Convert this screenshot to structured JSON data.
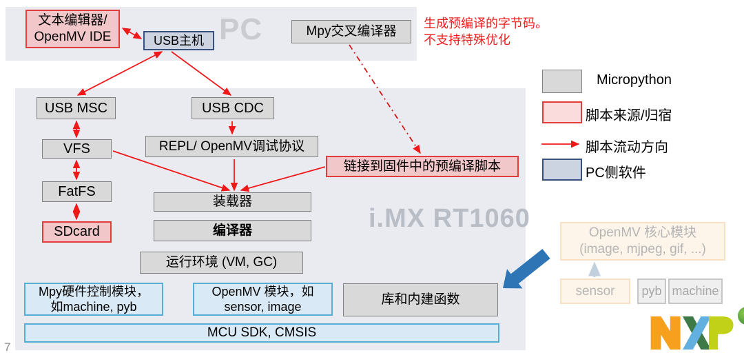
{
  "page_number": "7",
  "colors": {
    "flow_red": "#f01818",
    "pink_fill": "#f2c7c9",
    "gray_fill": "#d9d9d9",
    "pc_blue_fill": "#ccd4e2",
    "light_blue_fill": "#d9e9f5",
    "band_bg": "#e9ebf1",
    "big_arrow_blue": "#2e75b6"
  },
  "pc": {
    "watermark": "PC",
    "editor_line1": "文本编辑器/",
    "editor_line2": "OpenMV IDE",
    "usb_host": "USB主机",
    "cross_compiler": "Mpy交叉编译器"
  },
  "note": {
    "line1": "生成预编译的字节码。",
    "line2": "不支持特殊优化"
  },
  "soc": {
    "watermark": "i.MX RT1060",
    "usb_msc": "USB MSC",
    "usb_cdc": "USB CDC",
    "vfs": "VFS",
    "fatfs": "FatFS",
    "sdcard": "SDcard",
    "repl": "REPL/ OpenMV调试协议",
    "precompiled": "链接到固件中的预编译脚本",
    "loader": "装载器",
    "compiler": "编译器",
    "runtime": "运行环境 (VM, GC)",
    "mpy_hw_line1": "Mpy硬件控制模块，",
    "mpy_hw_line2": "如machine, pyb",
    "openmv_mod_line1": "OpenMV 模块，如",
    "openmv_mod_line2": "sensor, image",
    "libs": "库和内建函数",
    "sdk": "MCU SDK, CMSIS"
  },
  "legend": {
    "items": [
      {
        "label": "Micropython"
      },
      {
        "label": "脚本来源/归宿"
      },
      {
        "label": "脚本流动方向"
      },
      {
        "label": "PC侧软件"
      }
    ]
  },
  "faded": {
    "core_line1": "OpenMV 核心模块",
    "core_line2": "(image, mjpeg, gif, ...)",
    "sensor": "sensor",
    "pyb": "pyb",
    "machine": "machine"
  },
  "logo": {
    "name": "NXP"
  }
}
